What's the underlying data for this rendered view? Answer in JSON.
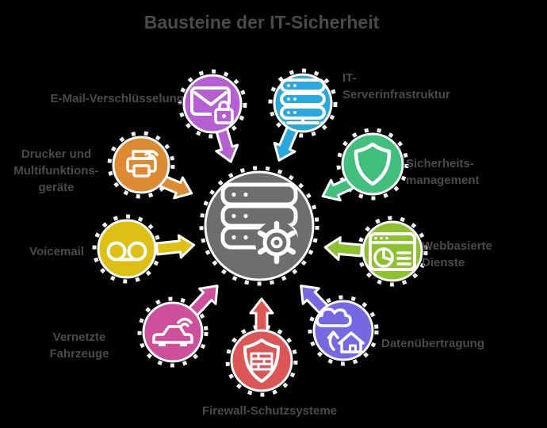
{
  "title": "Bausteine der IT-Sicherheit",
  "colors": {
    "background": "#000000",
    "text": "#4a4a4a",
    "white": "#ffffff"
  },
  "center": {
    "name": "zentrale-serververwaltung",
    "icon": "database-gear-icon",
    "color": "#6e6e6e"
  },
  "nodes": [
    {
      "id": "email",
      "label": "E-Mail-Verschlüsselung",
      "icon": "envelope-lock-icon",
      "color": "#b55fd3"
    },
    {
      "id": "server",
      "label": "IT-\nServerinfrastruktur",
      "icon": "server-rack-icon",
      "color": "#29a8e0"
    },
    {
      "id": "shield",
      "label": "Sicherheits-\nmanagement",
      "icon": "shield-icon",
      "color": "#41bf7c"
    },
    {
      "id": "browser",
      "label": "Webbasierte\nDienste",
      "icon": "web-dashboard-icon",
      "color": "#8dc12f"
    },
    {
      "id": "cloudhome",
      "label": "Datenübertragung",
      "icon": "smart-home-cloud-icon",
      "color": "#7668e0"
    },
    {
      "id": "firewall",
      "label": "Firewall-Schutzsysteme",
      "icon": "firewall-shield-icon",
      "color": "#dd5656"
    },
    {
      "id": "car",
      "label": "Vernetzte\nFahrzeuge",
      "icon": "connected-car-icon",
      "color": "#ce4f9b"
    },
    {
      "id": "voicemail",
      "label": "Voicemail",
      "icon": "voicemail-icon",
      "color": "#ddc013"
    },
    {
      "id": "printer",
      "label": "Drucker und\nMultifunktions-\ngeräte",
      "icon": "wireless-printer-icon",
      "color": "#dd8b33"
    }
  ]
}
